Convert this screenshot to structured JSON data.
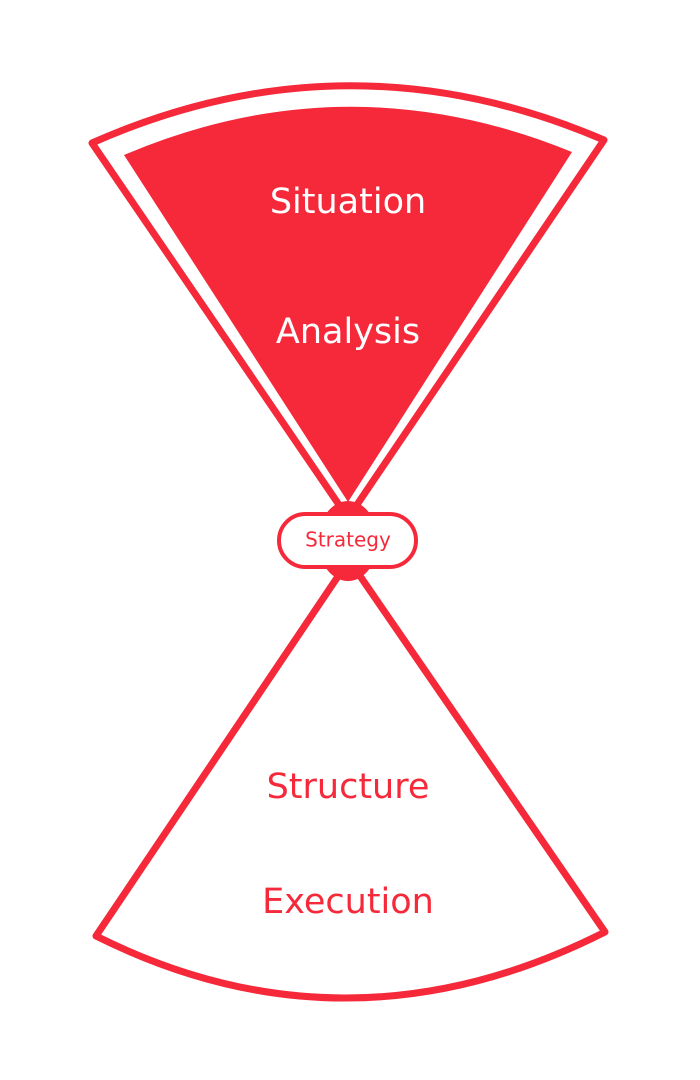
{
  "colors": {
    "accent": "#F5293A",
    "background": "#FFFFFF"
  },
  "top_section": {
    "lines": [
      "Situation",
      "Analysis"
    ]
  },
  "center_pill": {
    "label": "Strategy"
  },
  "bottom_section": {
    "lines": [
      "Structure",
      "Execution"
    ]
  }
}
